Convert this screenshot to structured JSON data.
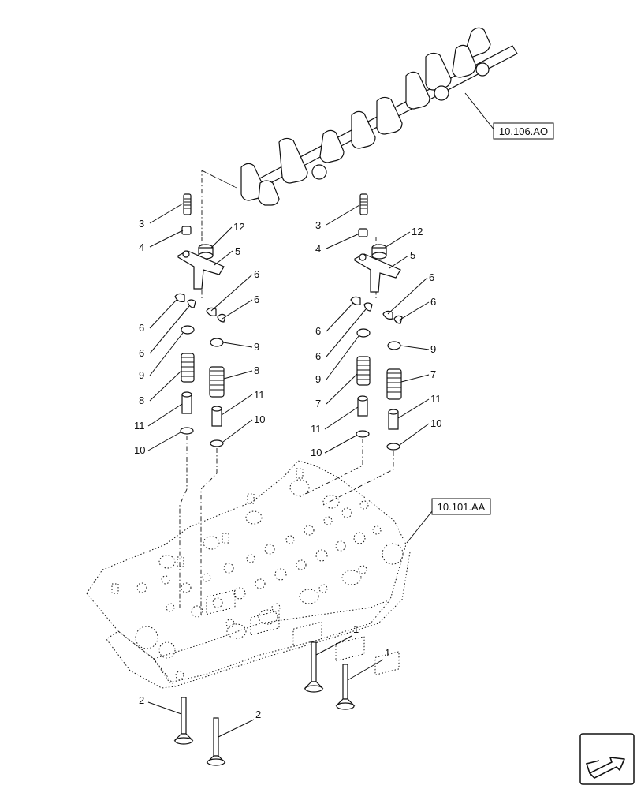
{
  "references": {
    "rocker_shaft": "10.106.AO",
    "cylinder_head": "10.101.AA"
  },
  "left_callouts": {
    "c3": "3",
    "c4": "4",
    "c12": "12",
    "c5": "5",
    "c6a": "6",
    "c6b": "6",
    "c6c": "6",
    "c6d": "6",
    "c9a": "9",
    "c9b": "9",
    "c8a": "8",
    "c8b": "8",
    "c11a": "11",
    "c11b": "11",
    "c10a": "10",
    "c10b": "10"
  },
  "right_callouts": {
    "c3": "3",
    "c4": "4",
    "c12": "12",
    "c5": "5",
    "c6a": "6",
    "c6b": "6",
    "c6c": "6",
    "c6d": "6",
    "c9a": "9",
    "c9b": "9",
    "c7a": "7",
    "c7b": "7",
    "c11a": "11",
    "c11b": "11",
    "c10a": "10",
    "c10b": "10"
  },
  "valve_callouts": {
    "c1a": "1",
    "c1b": "1",
    "c2a": "2",
    "c2b": "2"
  },
  "icons": {
    "nav": "arrow-icon"
  }
}
